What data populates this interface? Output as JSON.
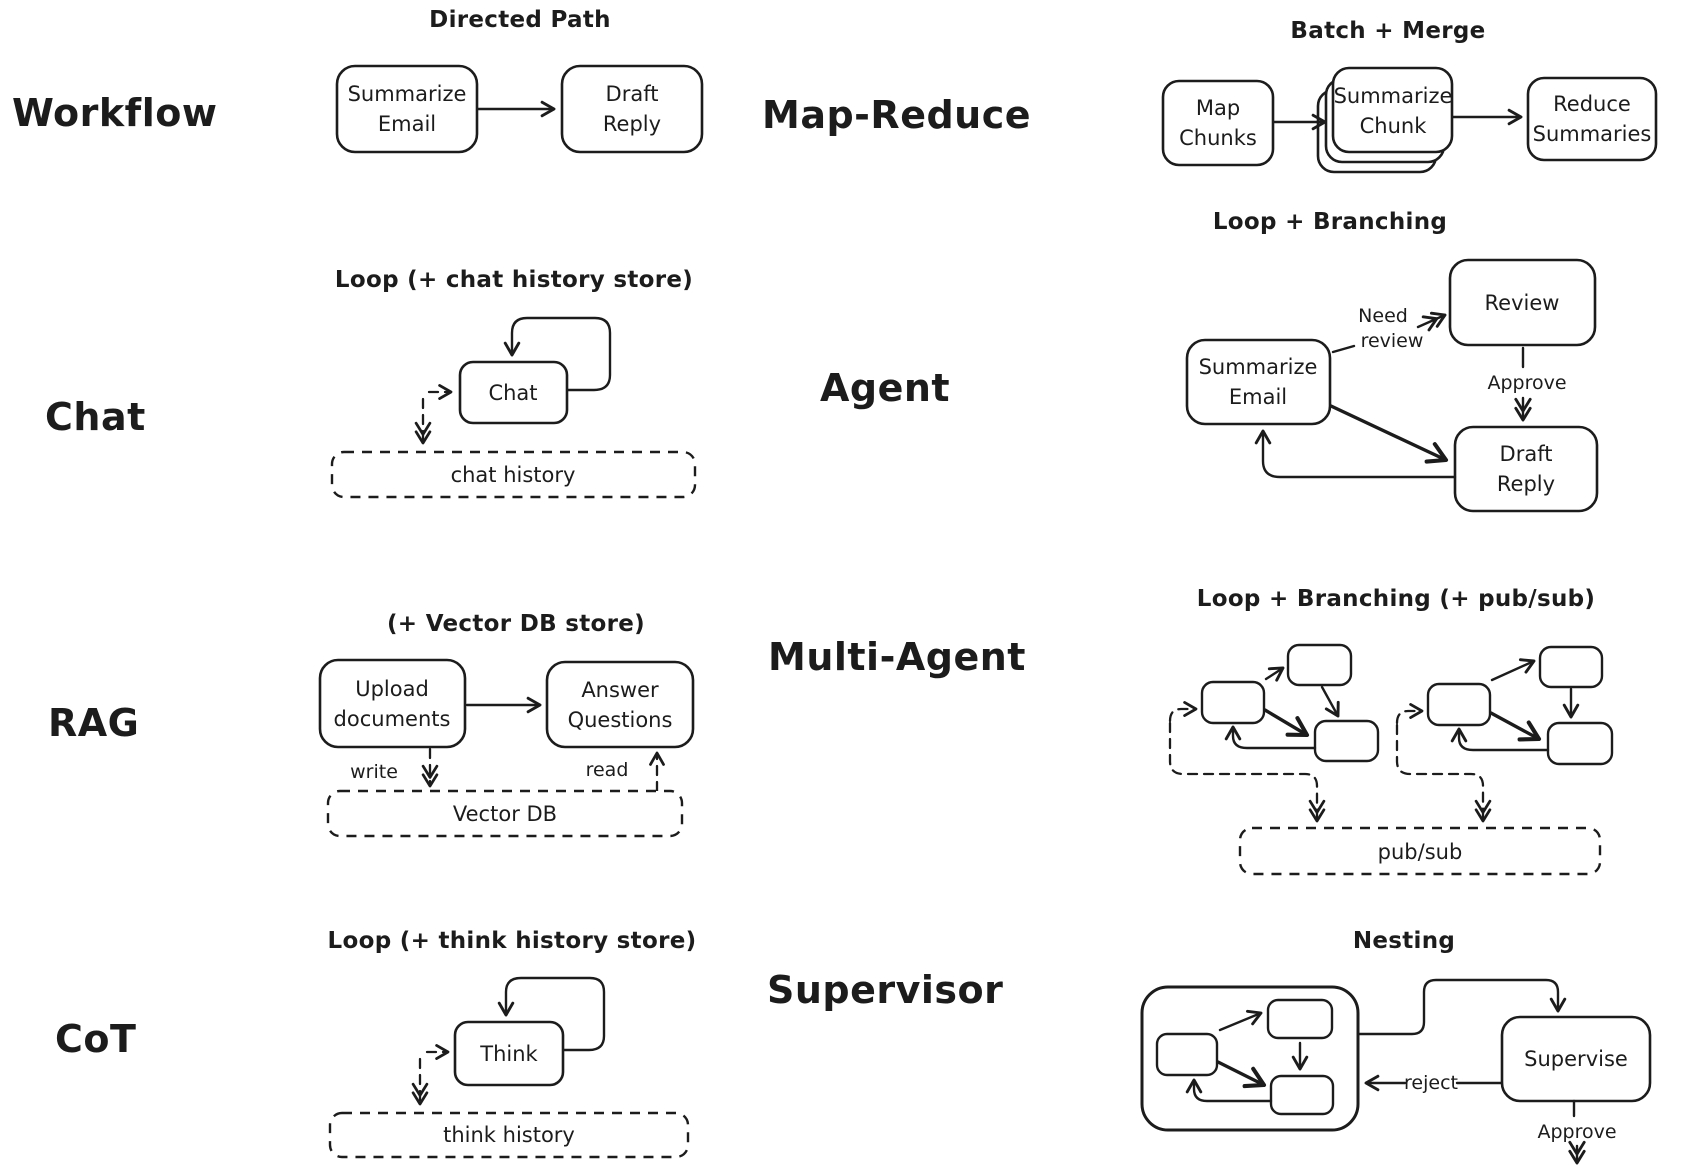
{
  "sections": {
    "workflow": {
      "label": "Workflow",
      "title": "Directed Path",
      "nodes": {
        "summarize_email": {
          "line1": "Summarize",
          "line2": "Email"
        },
        "draft_reply": {
          "line1": "Draft",
          "line2": "Reply"
        }
      }
    },
    "map_reduce": {
      "label": "Map-Reduce",
      "title": "Batch + Merge",
      "nodes": {
        "map_chunks": {
          "line1": "Map",
          "line2": "Chunks"
        },
        "summarize_chunk": {
          "line1": "Summarize",
          "line2": "Chunk"
        },
        "reduce_summaries": {
          "line1": "Reduce",
          "line2": "Summaries"
        }
      }
    },
    "chat": {
      "label": "Chat",
      "title": "Loop (+ chat history store)",
      "nodes": {
        "chat": "Chat",
        "chat_history": "chat history"
      }
    },
    "agent": {
      "label": "Agent",
      "title": "Loop + Branching",
      "nodes": {
        "summarize_email": {
          "line1": "Summarize",
          "line2": "Email"
        },
        "review": "Review",
        "draft_reply": {
          "line1": "Draft",
          "line2": "Reply"
        }
      },
      "edge_labels": {
        "need_review_line1": "Need",
        "need_review_line2": "review",
        "approve": "Approve"
      }
    },
    "rag": {
      "label": "RAG",
      "title": "(+ Vector DB store)",
      "nodes": {
        "upload_documents": {
          "line1": "Upload",
          "line2": "documents"
        },
        "answer_questions": {
          "line1": "Answer",
          "line2": "Questions"
        },
        "vector_db": "Vector DB"
      },
      "edge_labels": {
        "write": "write",
        "read": "read"
      }
    },
    "multi_agent": {
      "label": "Multi-Agent",
      "title": "Loop + Branching (+ pub/sub)",
      "nodes": {
        "pub_sub": "pub/sub"
      }
    },
    "cot": {
      "label": "CoT",
      "title": "Loop (+ think history store)",
      "nodes": {
        "think": "Think",
        "think_history": "think history"
      }
    },
    "supervisor": {
      "label": "Supervisor",
      "title": "Nesting",
      "nodes": {
        "supervise": "Supervise"
      },
      "edge_labels": {
        "reject": "reject",
        "approve": "Approve"
      }
    }
  },
  "colors": {
    "ink": "#1c1c1c",
    "background": "#ffffff"
  }
}
